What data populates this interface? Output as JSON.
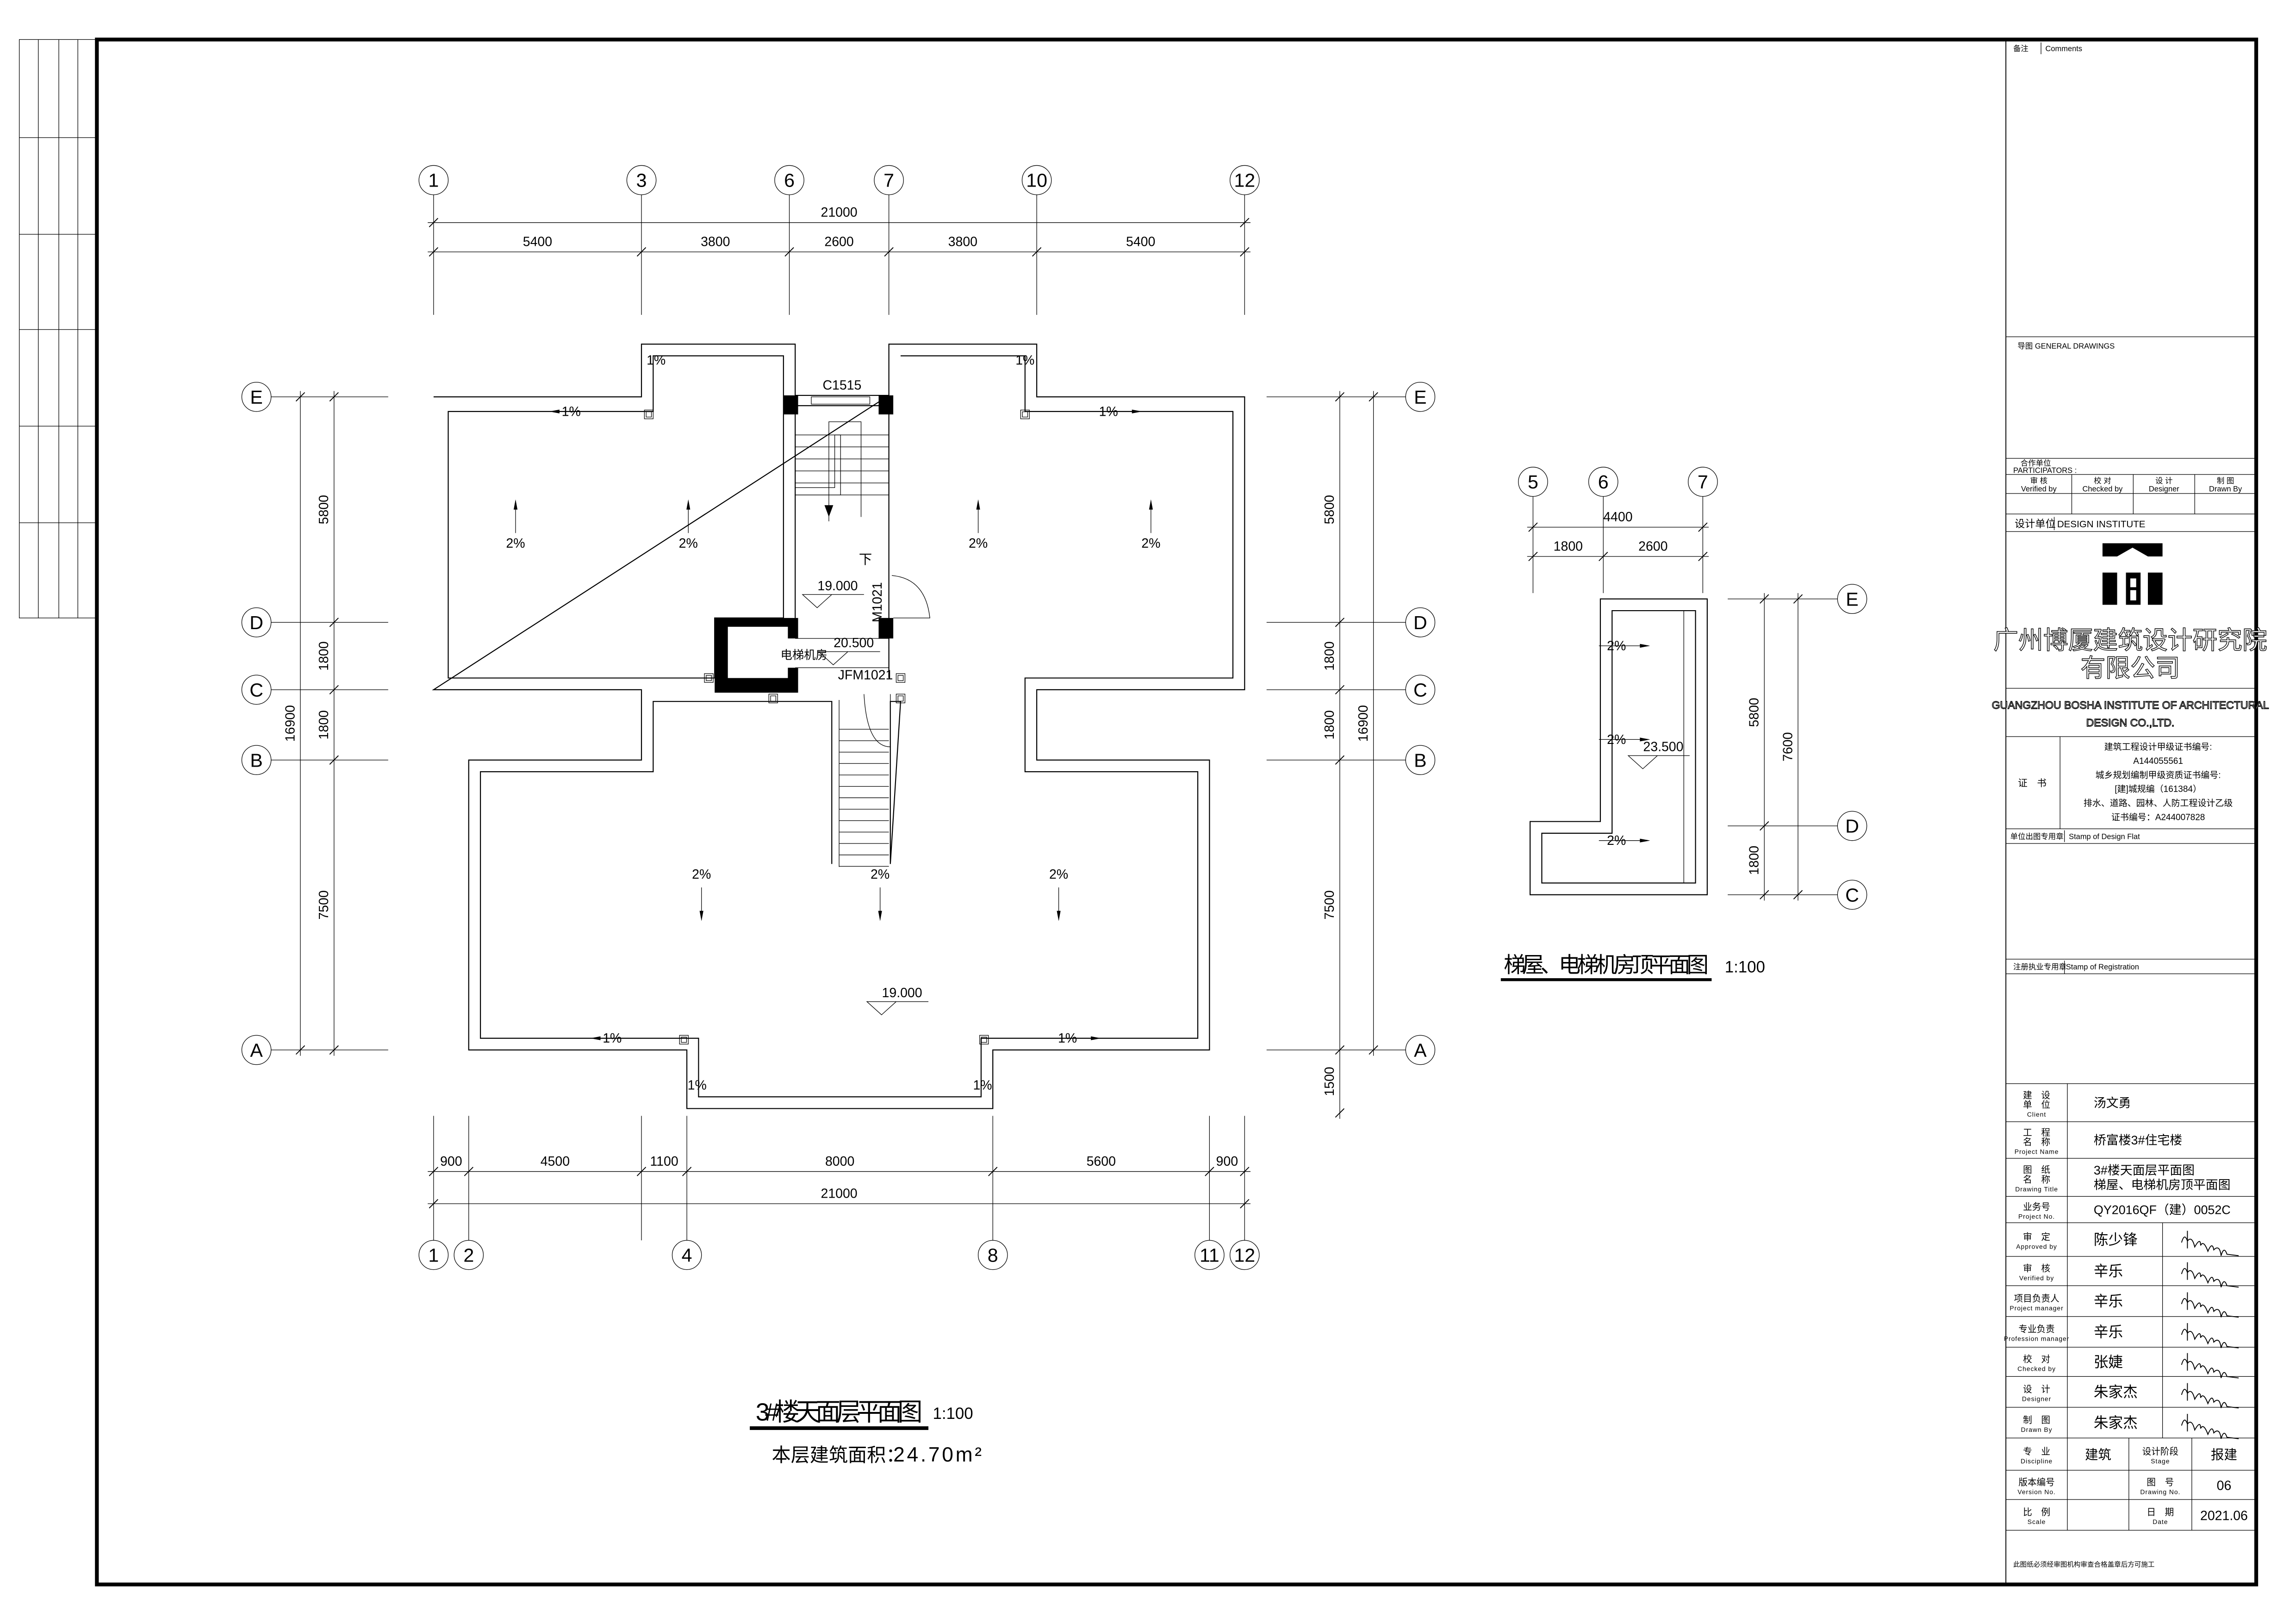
{
  "main_plan": {
    "title": "3#楼天面层平面图",
    "scale": "1:100",
    "area_label": "本层建筑面积：",
    "area_value": "24.70m²",
    "axes_top": [
      "1",
      "3",
      "6",
      "7",
      "10",
      "12"
    ],
    "axes_bottom": [
      "1",
      "2",
      "4",
      "8",
      "11",
      "12"
    ],
    "axes_left": [
      "E",
      "D",
      "C",
      "B",
      "A"
    ],
    "axes_right": [
      "E",
      "D",
      "C",
      "B",
      "A"
    ],
    "dims_top_total": "21000",
    "dims_top": [
      "5400",
      "3800",
      "2600",
      "3800",
      "5400"
    ],
    "dims_bottom": [
      "900",
      "4500",
      "1100",
      "8000",
      "5600",
      "900"
    ],
    "dims_bottom_total": "21000",
    "dims_left": [
      "5800",
      "1800",
      "1800",
      "7500"
    ],
    "dims_left_total": "16900",
    "dims_right": [
      "5800",
      "1800",
      "1800",
      "7500",
      "1500"
    ],
    "dims_right_total": "16900",
    "window_tag": "C1515",
    "stair_down": "下",
    "door_tag_1": "M1021",
    "door_tag_2": "JFM1021",
    "room_label": "电梯机房",
    "elevation_stair": "19.000",
    "elevation_machine_room": "20.500",
    "elevation_roof": "19.000",
    "slope_roof": "2%",
    "slope_gutter": "1%"
  },
  "roof_plan": {
    "title": "梯屋、电梯机房顶平面图",
    "scale": "1:100",
    "axes_top": [
      "5",
      "6",
      "7"
    ],
    "axes_right": [
      "E",
      "D",
      "C"
    ],
    "dims_top_total": "4400",
    "dims_top": [
      "1800",
      "2600"
    ],
    "dims_right": [
      "5800",
      "1800"
    ],
    "dims_right_total": "7600",
    "elevation": "23.500",
    "slope": "2%"
  },
  "title_block": {
    "comments_cn": "备注",
    "comments_en": "Comments",
    "general_drawings": "导图 GENERAL DRAWINGS",
    "participators_cn": "合作单位",
    "participators_en": "PARTICIPATORS :",
    "participant_headers": [
      {
        "cn": "审 核",
        "en": "Verified by"
      },
      {
        "cn": "校 对",
        "en": "Checked by"
      },
      {
        "cn": "设 计",
        "en": "Designer"
      },
      {
        "cn": "制 图",
        "en": "Drawn By"
      }
    ],
    "design_institute_cn": "设计单位",
    "design_institute_en": "DESIGN INSTITUTE",
    "company_cn_1": "广州博厦建筑设计研究院",
    "company_cn_2": "有限公司",
    "company_en_1": "GUANGZHOU BOSHA INSTITUTE OF ARCHITECTURAL",
    "company_en_2": "DESIGN  CO.,LTD.",
    "cert_label": "证　书",
    "cert_lines": [
      "建筑工程设计甲级证书编号:",
      "A144055561",
      "城乡规划编制甲级资质证书编号:",
      "[建]城规编（161384）",
      "排水、道路、园林、人防工程设计乙级",
      "证书编号：A244007828"
    ],
    "stamp_design_cn": "单位出图专用章",
    "stamp_design_en": "Stamp of Design Flat",
    "stamp_reg_cn": "注册执业专用章",
    "stamp_reg_en": "Stamp of Registration",
    "info_rows": [
      {
        "cn": [
          "建　设",
          "单　位"
        ],
        "en": "Client",
        "value": [
          "汤文勇"
        ]
      },
      {
        "cn": [
          "工　程",
          "名　称"
        ],
        "en": "Project Name",
        "value": [
          "桥富楼3#住宅楼"
        ]
      },
      {
        "cn": [
          "图　纸",
          "名　称"
        ],
        "en": "Drawing Title",
        "value": [
          "3#楼天面层平面图",
          "梯屋、电梯机房顶平面图"
        ]
      },
      {
        "cn": [
          "业务号"
        ],
        "en": "Project No.",
        "value": [
          "QY2016QF（建）0052C"
        ]
      }
    ],
    "sign_rows": [
      {
        "cn": "审　定",
        "en": "Approved by",
        "name": "陈少锋",
        "signature": "陈少锋"
      },
      {
        "cn": "审　核",
        "en": "Verified by",
        "name": "辛乐",
        "signature": "辛乐"
      },
      {
        "cn": "项目负责人",
        "en": "Project manager",
        "name": "辛乐",
        "signature": "辛乐"
      },
      {
        "cn": "专业负责",
        "en": "Profession manager",
        "name": "辛乐",
        "signature": "辛乐"
      },
      {
        "cn": "校　对",
        "en": "Checked by",
        "name": "张婕",
        "signature": "张婕"
      },
      {
        "cn": "设　计",
        "en": "Designer",
        "name": "朱家杰",
        "signature": "朱家杰"
      },
      {
        "cn": "制　图",
        "en": "Drawn By",
        "name": "朱家杰",
        "signature": "朱家杰"
      }
    ],
    "meta_rows": [
      {
        "cn": "专　业",
        "en": "Discipline",
        "value": "建筑",
        "cn2": "设计阶段",
        "en2": "Stage",
        "value2": "报建"
      },
      {
        "cn": "版本编号",
        "en": "Version No.",
        "value": "",
        "cn2": "图　号",
        "en2": "Drawing No.",
        "value2": "06"
      },
      {
        "cn": "比　例",
        "en": "Scale",
        "value": "",
        "cn2": "日　期",
        "en2": "Date",
        "value2": "2021.06"
      }
    ],
    "note": "此图纸必须经审图机构审查合格盖章后方可施工"
  }
}
